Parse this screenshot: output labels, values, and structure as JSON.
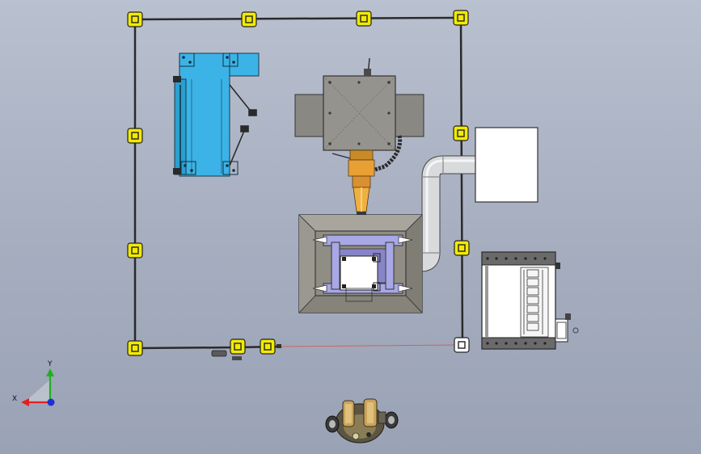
{
  "axis_triad": {
    "x_label": "X",
    "y_label": "Y"
  },
  "colors": {
    "background_top": "#b9c0cf",
    "background_bottom": "#9aa2b5",
    "fence_post": "#f2ea00",
    "fence_line": "#2a2a2a",
    "feeder_blue": "#3cb3e6",
    "machine_gray": "#8f8c86",
    "spindle_orange": "#e8a035",
    "hood_gray": "#9a988c",
    "fixture_violet": "#a8a8e6",
    "duct_silver": "#d8dadc",
    "cabinet_white": "#ffffff",
    "axis_x": "#e02020",
    "axis_y": "#20b020",
    "axis_z": "#2030d0"
  },
  "components": {
    "safety_fence": "safety-fence",
    "material_feeder": "blue-material-feeder",
    "spindle_head": "spindle-head-assembly",
    "work_hood": "work-station-hood",
    "exhaust_duct": "exhaust-duct",
    "dust_collector": "dust-collector-box",
    "control_cabinet": "electrical-control-cabinet",
    "robot": "mobile-robot-base"
  }
}
